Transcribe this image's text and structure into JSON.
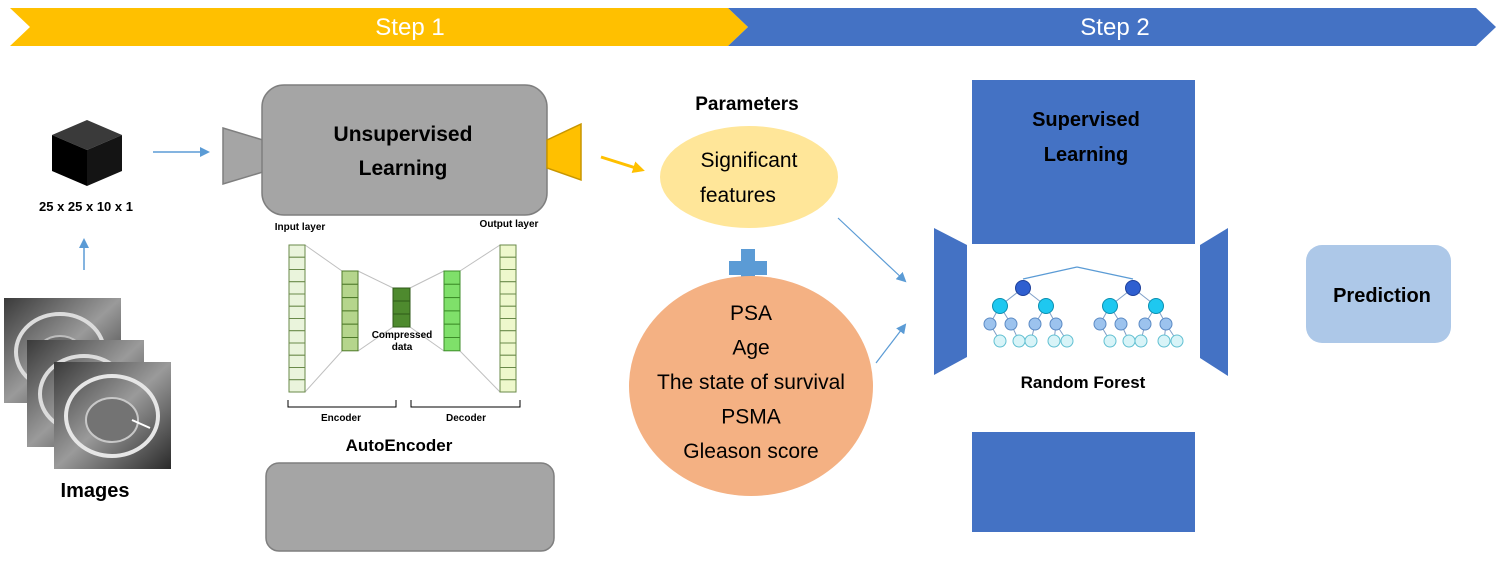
{
  "steps": {
    "step1": {
      "label": "Step 1",
      "color": "#FFC000"
    },
    "step2": {
      "label": "Step 2",
      "color": "#4472C4"
    }
  },
  "input": {
    "cube_icon": "black-cube-icon",
    "dimensions": "25 x 25 x 10 x 1",
    "images_label": "Images",
    "image_thumbnail_icon": "mri-slice-icon"
  },
  "autoencoder": {
    "title_line1": "Unsupervised",
    "title_line2": "Learning",
    "input_layer": "Input layer",
    "output_layer": "Output layer",
    "compressed_line1": "Compressed",
    "compressed_line2": "data",
    "encoder": "Encoder",
    "decoder": "Decoder",
    "caption": "AutoEncoder"
  },
  "parameters": {
    "heading": "Parameters",
    "significant_line1": "Significant",
    "significant_line2": "features",
    "plus_icon": "plus-icon",
    "clinical": [
      "PSA",
      "Age",
      "The state of survival",
      "PSMA",
      "Gleason score"
    ],
    "significant_color": "#FFE699",
    "clinical_color": "#F4B183"
  },
  "supervised": {
    "title_line1": "Supervised",
    "title_line2": "Learning",
    "forest_label": "Random Forest",
    "tree_icon": "decision-tree-icon"
  },
  "output": {
    "label": "Prediction",
    "color": "#ADC8E8"
  }
}
